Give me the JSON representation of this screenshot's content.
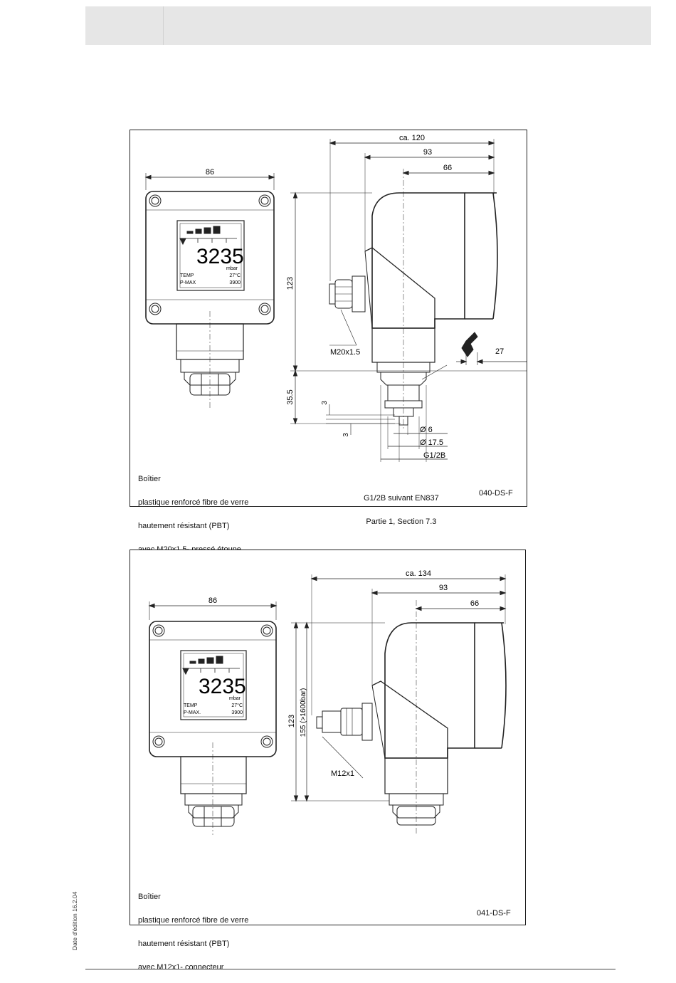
{
  "page": {
    "edition_note": "Date d'édition 16.2.04"
  },
  "drawing1": {
    "ref": "040-DS-F",
    "caption": [
      "Boîtier",
      "plastique renforcé fibre de verre",
      "hautement résistant (PBT)",
      "avec M20x1.5- pressé étoupe"
    ],
    "thread_note": [
      "G1/2B suivant EN837",
      "Partie 1, Section 7.3"
    ],
    "display": {
      "value": "3235",
      "unit": "mbar",
      "temp_label": "TEMP",
      "temp_value": "27°C",
      "pmax_label": "P-MAX",
      "pmax_value": "3900"
    },
    "dims": {
      "width_front": "86",
      "total_width": "ca. 120",
      "w93": "93",
      "w66": "66",
      "height": "123",
      "lower_height": "35.5",
      "d3a": "3",
      "d3b": "3",
      "wrench": "27",
      "dia6": "Ø 6",
      "dia17": "Ø 17.5",
      "thread": "G1/2B",
      "gland": "M20x1.5"
    }
  },
  "drawing2": {
    "ref": "041-DS-F",
    "caption": [
      "Boîtier",
      "plastique renforcé fibre de verre",
      "hautement résistant (PBT)",
      "avec M12x1- connecteur"
    ],
    "display": {
      "value": "3235",
      "unit": "mbar",
      "temp_label": "TEMP",
      "temp_value": "27°C",
      "pmax_label": "P-MAX.",
      "pmax_value": "3900"
    },
    "dims": {
      "width_front": "86",
      "total_width": "ca. 134",
      "w93": "93",
      "w66": "66",
      "height": "123",
      "height2": "155 (>1600bar)",
      "connector": "M12x1"
    }
  }
}
